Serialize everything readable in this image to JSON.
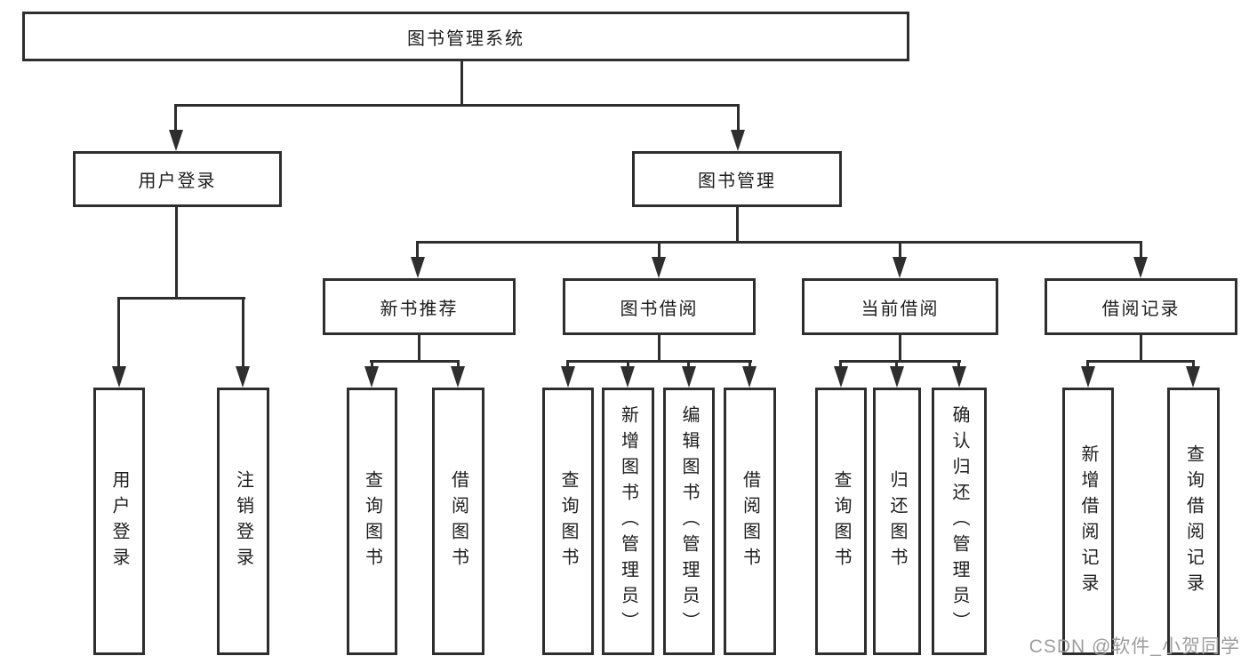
{
  "diagram_title": "图书管理系统",
  "nodes": {
    "root": "图书管理系统",
    "l2": [
      "用户登录",
      "图书管理"
    ],
    "l3": [
      "新书推荐",
      "图书借阅",
      "当前借阅",
      "借阅记录"
    ],
    "leaves_user_login": [
      "用户登录",
      "注销登录"
    ],
    "leaves_new_book": [
      "查询图书",
      "借阅图书"
    ],
    "leaves_book_borrow": [
      "查询图书",
      "新增图书（管理员）",
      "编辑图书（管理员）",
      "借阅图书"
    ],
    "leaves_current_borrow": [
      "查询图书",
      "归还图书",
      "确认归还（管理员）"
    ],
    "leaves_borrow_record": [
      "新增借阅记录",
      "查询借阅记录"
    ]
  },
  "hierarchy": {
    "root": "图书管理系统",
    "children": [
      {
        "label": "用户登录",
        "children": [
          "用户登录",
          "注销登录"
        ]
      },
      {
        "label": "图书管理",
        "children": [
          {
            "label": "新书推荐",
            "children": [
              "查询图书",
              "借阅图书"
            ]
          },
          {
            "label": "图书借阅",
            "children": [
              "查询图书",
              "新增图书（管理员）",
              "编辑图书（管理员）",
              "借阅图书"
            ]
          },
          {
            "label": "当前借阅",
            "children": [
              "查询图书",
              "归还图书",
              "确认归还（管理员）"
            ]
          },
          {
            "label": "借阅记录",
            "children": [
              "新增借阅记录",
              "查询借阅记录"
            ]
          }
        ]
      }
    ]
  },
  "watermark": "CSDN @软件_小贺同学",
  "colors": {
    "line": "#2e2e2e",
    "text": "#1d1d1d",
    "watermark": "#9d9d9d",
    "background": "#ffffff"
  }
}
